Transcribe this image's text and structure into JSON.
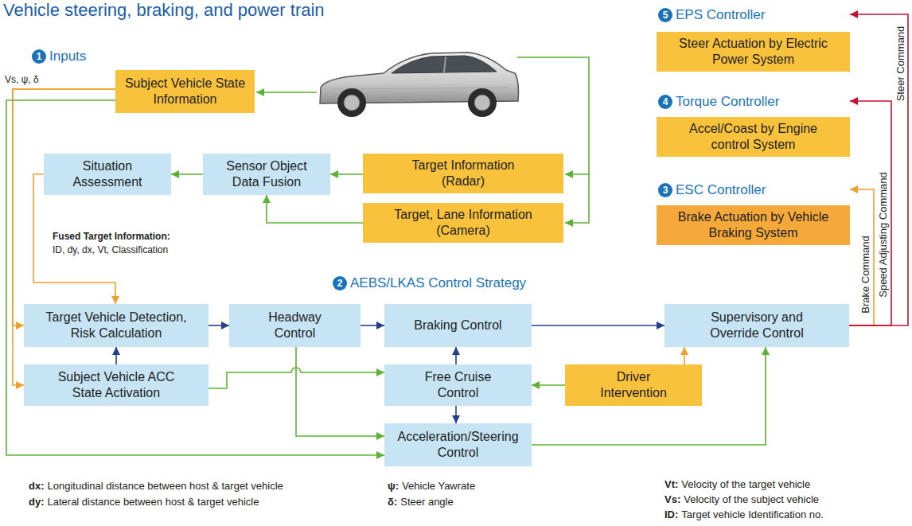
{
  "diagram": {
    "title": "Vehicle steering, braking, and power train",
    "nodes": [
      {
        "text": [
          "Subject Vehicle State Information"
        ]
      },
      {
        "text": [
          "EPS Controller",
          "Steer Actuation by Electric Power System"
        ]
      },
      {
        "text": [
          "Torque Controller",
          "Accel/Coast by Engine control System"
        ]
      },
      {
        "text": [
          "Situation Assessment"
        ]
      },
      {
        "text": [
          "Sensor Object Data Fusion"
        ]
      },
      {
        "text": [
          "Target Information (Radar)"
        ]
      },
      {
        "text": [
          "ESC Controller",
          "Brake Actuation by Vehicle Braking System"
        ]
      },
      {
        "text": [
          "Target, Lane Information (Camera)"
        ]
      },
      {
        "text": [
          "Target Vehicle Detection, Risk Calculation"
        ]
      },
      {
        "text": [
          "Headway Control"
        ]
      },
      {
        "text": [
          "Braking Control"
        ]
      },
      {
        "text": [
          "Supervisory and Override Control"
        ]
      },
      {
        "text": [
          "Subject Vehicle ACC State Activation"
        ]
      },
      {
        "text": [
          "Free Cruise Control"
        ]
      },
      {
        "text": [
          "Driver Intervention"
        ]
      },
      {
        "text": [
          "Acceleration/Steering Control"
        ]
      }
    ],
    "edges": [
      {
        "from": 5,
        "to": 4,
        "arrow": "to"
      },
      {
        "from": 7,
        "to": 4,
        "arrow": "to"
      },
      {
        "from": 4,
        "to": 3,
        "arrow": "to"
      },
      {
        "from": 3,
        "to": 8,
        "arrow": "to"
      },
      {
        "from": 0,
        "to": 8,
        "arrow": "to"
      },
      {
        "from": 0,
        "to": 12,
        "arrow": "to"
      },
      {
        "from": 0,
        "to": 15,
        "arrow": "to"
      },
      {
        "from": 12,
        "to": 8,
        "arrow": "to"
      },
      {
        "from": 8,
        "to": 9,
        "arrow": "to"
      },
      {
        "from": 9,
        "to": 10,
        "arrow": "to"
      },
      {
        "from": 10,
        "to": 11,
        "arrow": "to"
      },
      {
        "from": 13,
        "to": 10,
        "arrow": "to"
      },
      {
        "from": 13,
        "to": 15,
        "arrow": "to"
      },
      {
        "from": 9,
        "to": 15,
        "arrow": "to"
      },
      {
        "from": 12,
        "to": 13,
        "arrow": "to"
      },
      {
        "from": 14,
        "to": 13,
        "arrow": "to"
      },
      {
        "from": 14,
        "to": 11,
        "arrow": "to"
      },
      {
        "from": 15,
        "to": 11,
        "arrow": "to"
      },
      {
        "from": 11,
        "to": 6,
        "label": "Brake Command",
        "arrow": "to"
      },
      {
        "from": 11,
        "to": 2,
        "label": "Speed Adjusting Command",
        "arrow": "to"
      },
      {
        "from": 11,
        "to": 1,
        "label": "Steer Command",
        "arrow": "to"
      }
    ],
    "labels": [
      "1",
      "Inputs",
      "Vs, ψ, δ",
      "Fused Target Information:",
      "ID, dy, dx, Vt, Classification",
      "2",
      "AEBS/LKAS Control Strategy",
      "3",
      "4",
      "5",
      "dx:",
      "Longitudinal distance between host & target vehicle",
      "dy:",
      "Lateral distance between host & target vehicle",
      "ψ:",
      "Vehicle Yawrate",
      "δ:",
      "Steer angle",
      "Vt:",
      "Velocity of the target vehicle",
      "Vs:",
      "Velocity of the subject vehicle",
      "ID:",
      "Target vehicle Identification no."
    ]
  }
}
